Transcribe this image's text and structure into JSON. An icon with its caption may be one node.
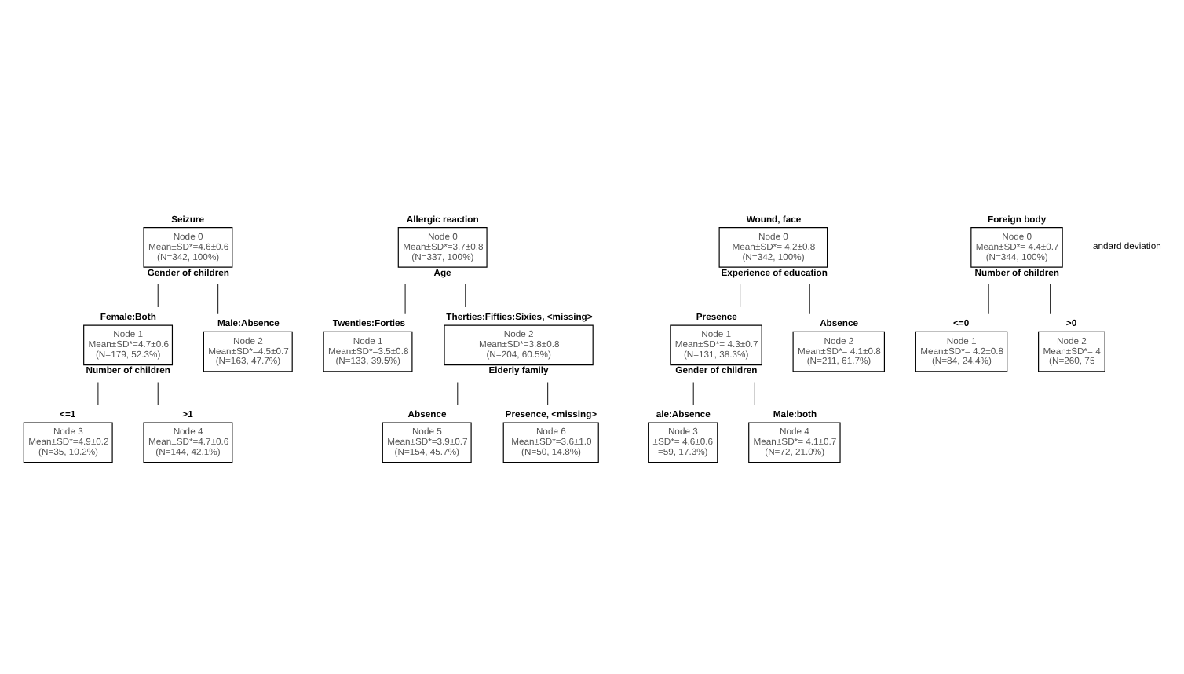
{
  "diagram": {
    "nodes": [
      {
        "text": [
          "Seizure",
          "Node 0",
          "Mean±SD*=4.6±0.6",
          "(N=342, 100%)"
        ],
        "beside": [
          "Gender of children"
        ]
      },
      {
        "text": [
          "Female:Both",
          "Node 1",
          "Mean±SD*=4.7±0.6",
          "(N=179, 52.3%)"
        ],
        "beside": [
          "Number of children"
        ]
      },
      {
        "text": [
          "Male:Absence",
          "Node 2",
          "Mean±SD*=4.5±0.7",
          "(N=163, 47.7%)"
        ]
      },
      {
        "text": [
          "<=1",
          "Node 3",
          "Mean±SD*=4.9±0.2",
          "(N=35, 10.2%)"
        ]
      },
      {
        "text": [
          ">1",
          "Node 4",
          "Mean±SD*=4.7±0.6",
          "(N=144, 42.1%)"
        ]
      },
      {
        "text": [
          "Allergic reaction",
          "Node 0",
          "Mean±SD*=3.7±0.8",
          "(N=337, 100%)"
        ],
        "beside": [
          "Age"
        ]
      },
      {
        "text": [
          "Twenties:Forties",
          "Node 1",
          "Mean±SD*=3.5±0.8",
          "(N=133, 39.5%)"
        ]
      },
      {
        "text": [
          "Therties:Fifties:Sixies, <missing>",
          "Node 2",
          "Mean±SD*=3.8±0.8",
          "(N=204, 60.5%)"
        ],
        "beside": [
          "Elderly family"
        ]
      },
      {
        "text": [
          "Absence",
          "Node 5",
          "Mean±SD*=3.9±0.7",
          "(N=154, 45.7%)"
        ]
      },
      {
        "text": [
          "Presence, <missing>",
          "Node 6",
          "Mean±SD*=3.6±1.0",
          "(N=50, 14.8%)"
        ]
      },
      {
        "text": [
          "Wound, face",
          "Node 0",
          "Mean±SD*= 4.2±0.8",
          "(N=342, 100%)"
        ],
        "beside": [
          "Experience of education"
        ]
      },
      {
        "text": [
          "Presence",
          "Node 1",
          "Mean±SD*= 4.3±0.7",
          "(N=131, 38.3%)"
        ],
        "beside": [
          "Gender of children"
        ]
      },
      {
        "text": [
          "Absence",
          "Node 2",
          "Mean±SD*= 4.1±0.8",
          "(N=211, 61.7%)"
        ]
      },
      {
        "text": [
          "ale:Absence",
          "Node 3",
          "±SD*= 4.6±0.6",
          "=59, 17.3%)"
        ]
      },
      {
        "text": [
          "Male:both",
          "Node 4",
          "Mean±SD*= 4.1±0.7",
          "(N=72, 21.0%)"
        ]
      },
      {
        "text": [
          "Foreign body",
          "Node 0",
          "Mean±SD*= 4.4±0.7",
          "(N=344, 100%)"
        ],
        "beside": [
          "Number of children"
        ]
      },
      {
        "text": [
          "<=0",
          "Node 1",
          "Mean±SD*= 4.2±0.8",
          "(N=84, 24.4%)"
        ]
      },
      {
        "text": [
          ">0",
          "Node 2",
          "Mean±SD*= 4",
          "(N=260, 75"
        ]
      }
    ],
    "edges": [
      {
        "from": 0,
        "to": 1,
        "arrow": "none"
      },
      {
        "from": 0,
        "to": 2,
        "arrow": "none"
      },
      {
        "from": 1,
        "to": 3,
        "arrow": "none"
      },
      {
        "from": 1,
        "to": 4,
        "arrow": "none"
      },
      {
        "from": 5,
        "to": 6,
        "arrow": "none"
      },
      {
        "from": 5,
        "to": 7,
        "arrow": "none"
      },
      {
        "from": 7,
        "to": 8,
        "arrow": "none"
      },
      {
        "from": 7,
        "to": 9,
        "arrow": "none"
      },
      {
        "from": 10,
        "to": 11,
        "arrow": "none"
      },
      {
        "from": 10,
        "to": 12,
        "arrow": "none"
      },
      {
        "from": 11,
        "to": 13,
        "arrow": "none"
      },
      {
        "from": 11,
        "to": 14,
        "arrow": "none"
      },
      {
        "from": 15,
        "to": 16,
        "arrow": "none"
      },
      {
        "from": 15,
        "to": 17,
        "arrow": "none"
      }
    ],
    "labels": [
      "andard deviation"
    ]
  }
}
